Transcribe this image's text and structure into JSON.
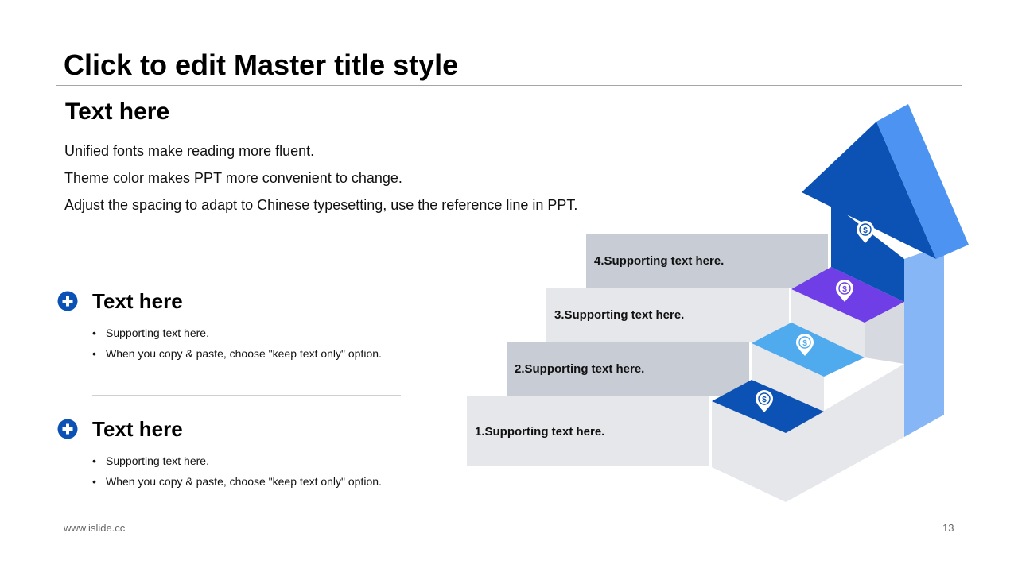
{
  "slide": {
    "title": "Click to edit Master title style",
    "heading": "Text here",
    "body_lines": [
      "Unified fonts make reading more fluent.",
      "Theme color makes PPT more convenient to change.",
      "Adjust the spacing to adapt to Chinese typesetting, use the reference line in PPT."
    ]
  },
  "sections": [
    {
      "title": "Text here",
      "bullets": [
        "Supporting text here.",
        "When  you copy & paste, choose \"keep text only\" option."
      ]
    },
    {
      "title": "Text here",
      "bullets": [
        "Supporting text here.",
        "When  you copy & paste, choose \"keep text only\" option."
      ]
    }
  ],
  "steps": [
    {
      "label": "1.Supporting text here.",
      "color": "#0c52b5"
    },
    {
      "label": "2.Supporting text here.",
      "color": "#4faaee"
    },
    {
      "label": "3.Supporting text here.",
      "color": "#6f3ee6"
    },
    {
      "label": "4.Supporting text here."
    }
  ],
  "icons": {
    "section": "plus-circle-icon",
    "step": "dollar-pin-icon"
  },
  "colors": {
    "accent": "#0c52b5",
    "arrow_light": "#4d94f2",
    "arrow_pale": "#86b6f5",
    "label_bg_dark": "#c8cdd5",
    "label_bg_light": "#e6e7eb"
  },
  "footer": {
    "url": "www.islide.cc",
    "page_number": "13"
  }
}
